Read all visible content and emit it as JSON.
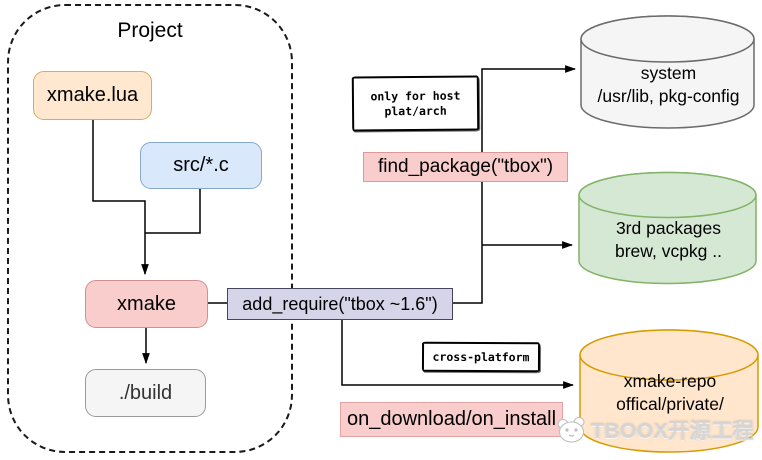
{
  "project": {
    "title": "Project",
    "nodes": {
      "xmake_lua": "xmake.lua",
      "src": "src/*.c",
      "xmake": "xmake",
      "build": "./build"
    }
  },
  "flow_labels": {
    "find_package": "find_package(\"tbox\")",
    "add_require": "add_require(\"tbox ~1.6\")",
    "on_download": "on_download/on_install"
  },
  "notes": {
    "only_host_line1": "only for host",
    "only_host_line2": "plat/arch",
    "cross_platform": "cross-platform"
  },
  "stores": {
    "system": {
      "name": "system",
      "detail": "/usr/lib, pkg-config"
    },
    "third": {
      "name": "3rd packages",
      "detail": "brew, vcpkg .."
    },
    "repo": {
      "name": "xmake-repo",
      "detail": "offical/private/"
    }
  },
  "watermark": {
    "text": "TBOOX开源工程"
  },
  "colors": {
    "orange_fill": "#ffe8cf",
    "orange_stroke": "#d8a968",
    "blue_fill": "#dae8fc",
    "blue_stroke": "#85a8cf",
    "red_fill": "#f8cdcb",
    "red_stroke": "#cf9191",
    "gray_fill": "#f5f5f5",
    "gray_stroke": "#9a9a9a",
    "purple_fill": "#d6d4e8",
    "purple_stroke": "#45455e",
    "green_fill": "#d5e8d4",
    "green_stroke": "#82b366",
    "repo_fill": "#ffe6cc",
    "repo_stroke": "#d79b00",
    "line": "#000000"
  }
}
